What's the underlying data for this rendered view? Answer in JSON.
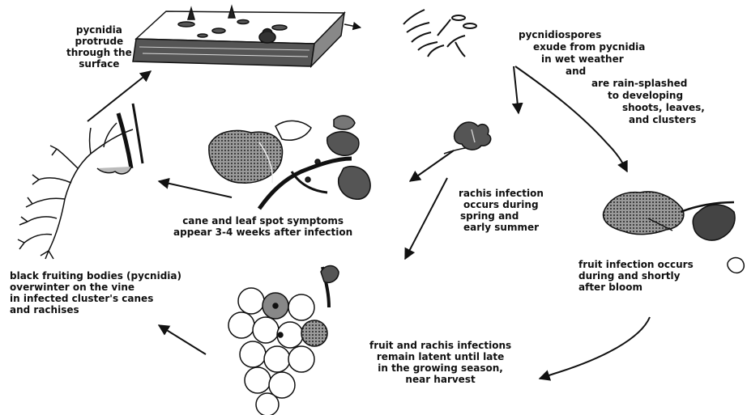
{
  "colors": {
    "ink": "#111111",
    "dark_fill": "#444444",
    "light_fill": "#bdbdbd",
    "background": "#ffffff"
  },
  "labels": {
    "pycnidia": [
      "pycnidia",
      "protrude",
      "through the",
      "surface"
    ],
    "pycnidiospores": [
      "pycnidiospores",
      "exude from pycnidia",
      "in wet weather",
      "and",
      "are rain-splashed",
      "to developing",
      "shoots, leaves,",
      "and clusters"
    ],
    "rachis_infection": [
      "rachis infection",
      "occurs during",
      "spring and",
      "early summer"
    ],
    "cane_leaf_symptoms": [
      "cane and leaf spot symptoms",
      "appear 3-4 weeks after infection"
    ],
    "fruit_infection": [
      "fruit infection occurs",
      "during and shortly",
      "after bloom"
    ],
    "fungus_overwinters": [
      "black fruiting bodies (pycnidia)",
      "overwinter on the vine",
      "in infected cluster's canes",
      "and rachises"
    ],
    "latent_infections": [
      "fruit and rachis infections",
      "remain latent until late",
      "in the growing season,",
      "near harvest"
    ]
  },
  "illustrations": [
    "infected-cane-section-illustration",
    "pycnidiospores-illustration",
    "young-shoot-illustration",
    "infected-leaf-illustration",
    "infected-shoot-with-leaves-illustration",
    "infected-rachis-illustration",
    "grape-cluster-illustration"
  ]
}
